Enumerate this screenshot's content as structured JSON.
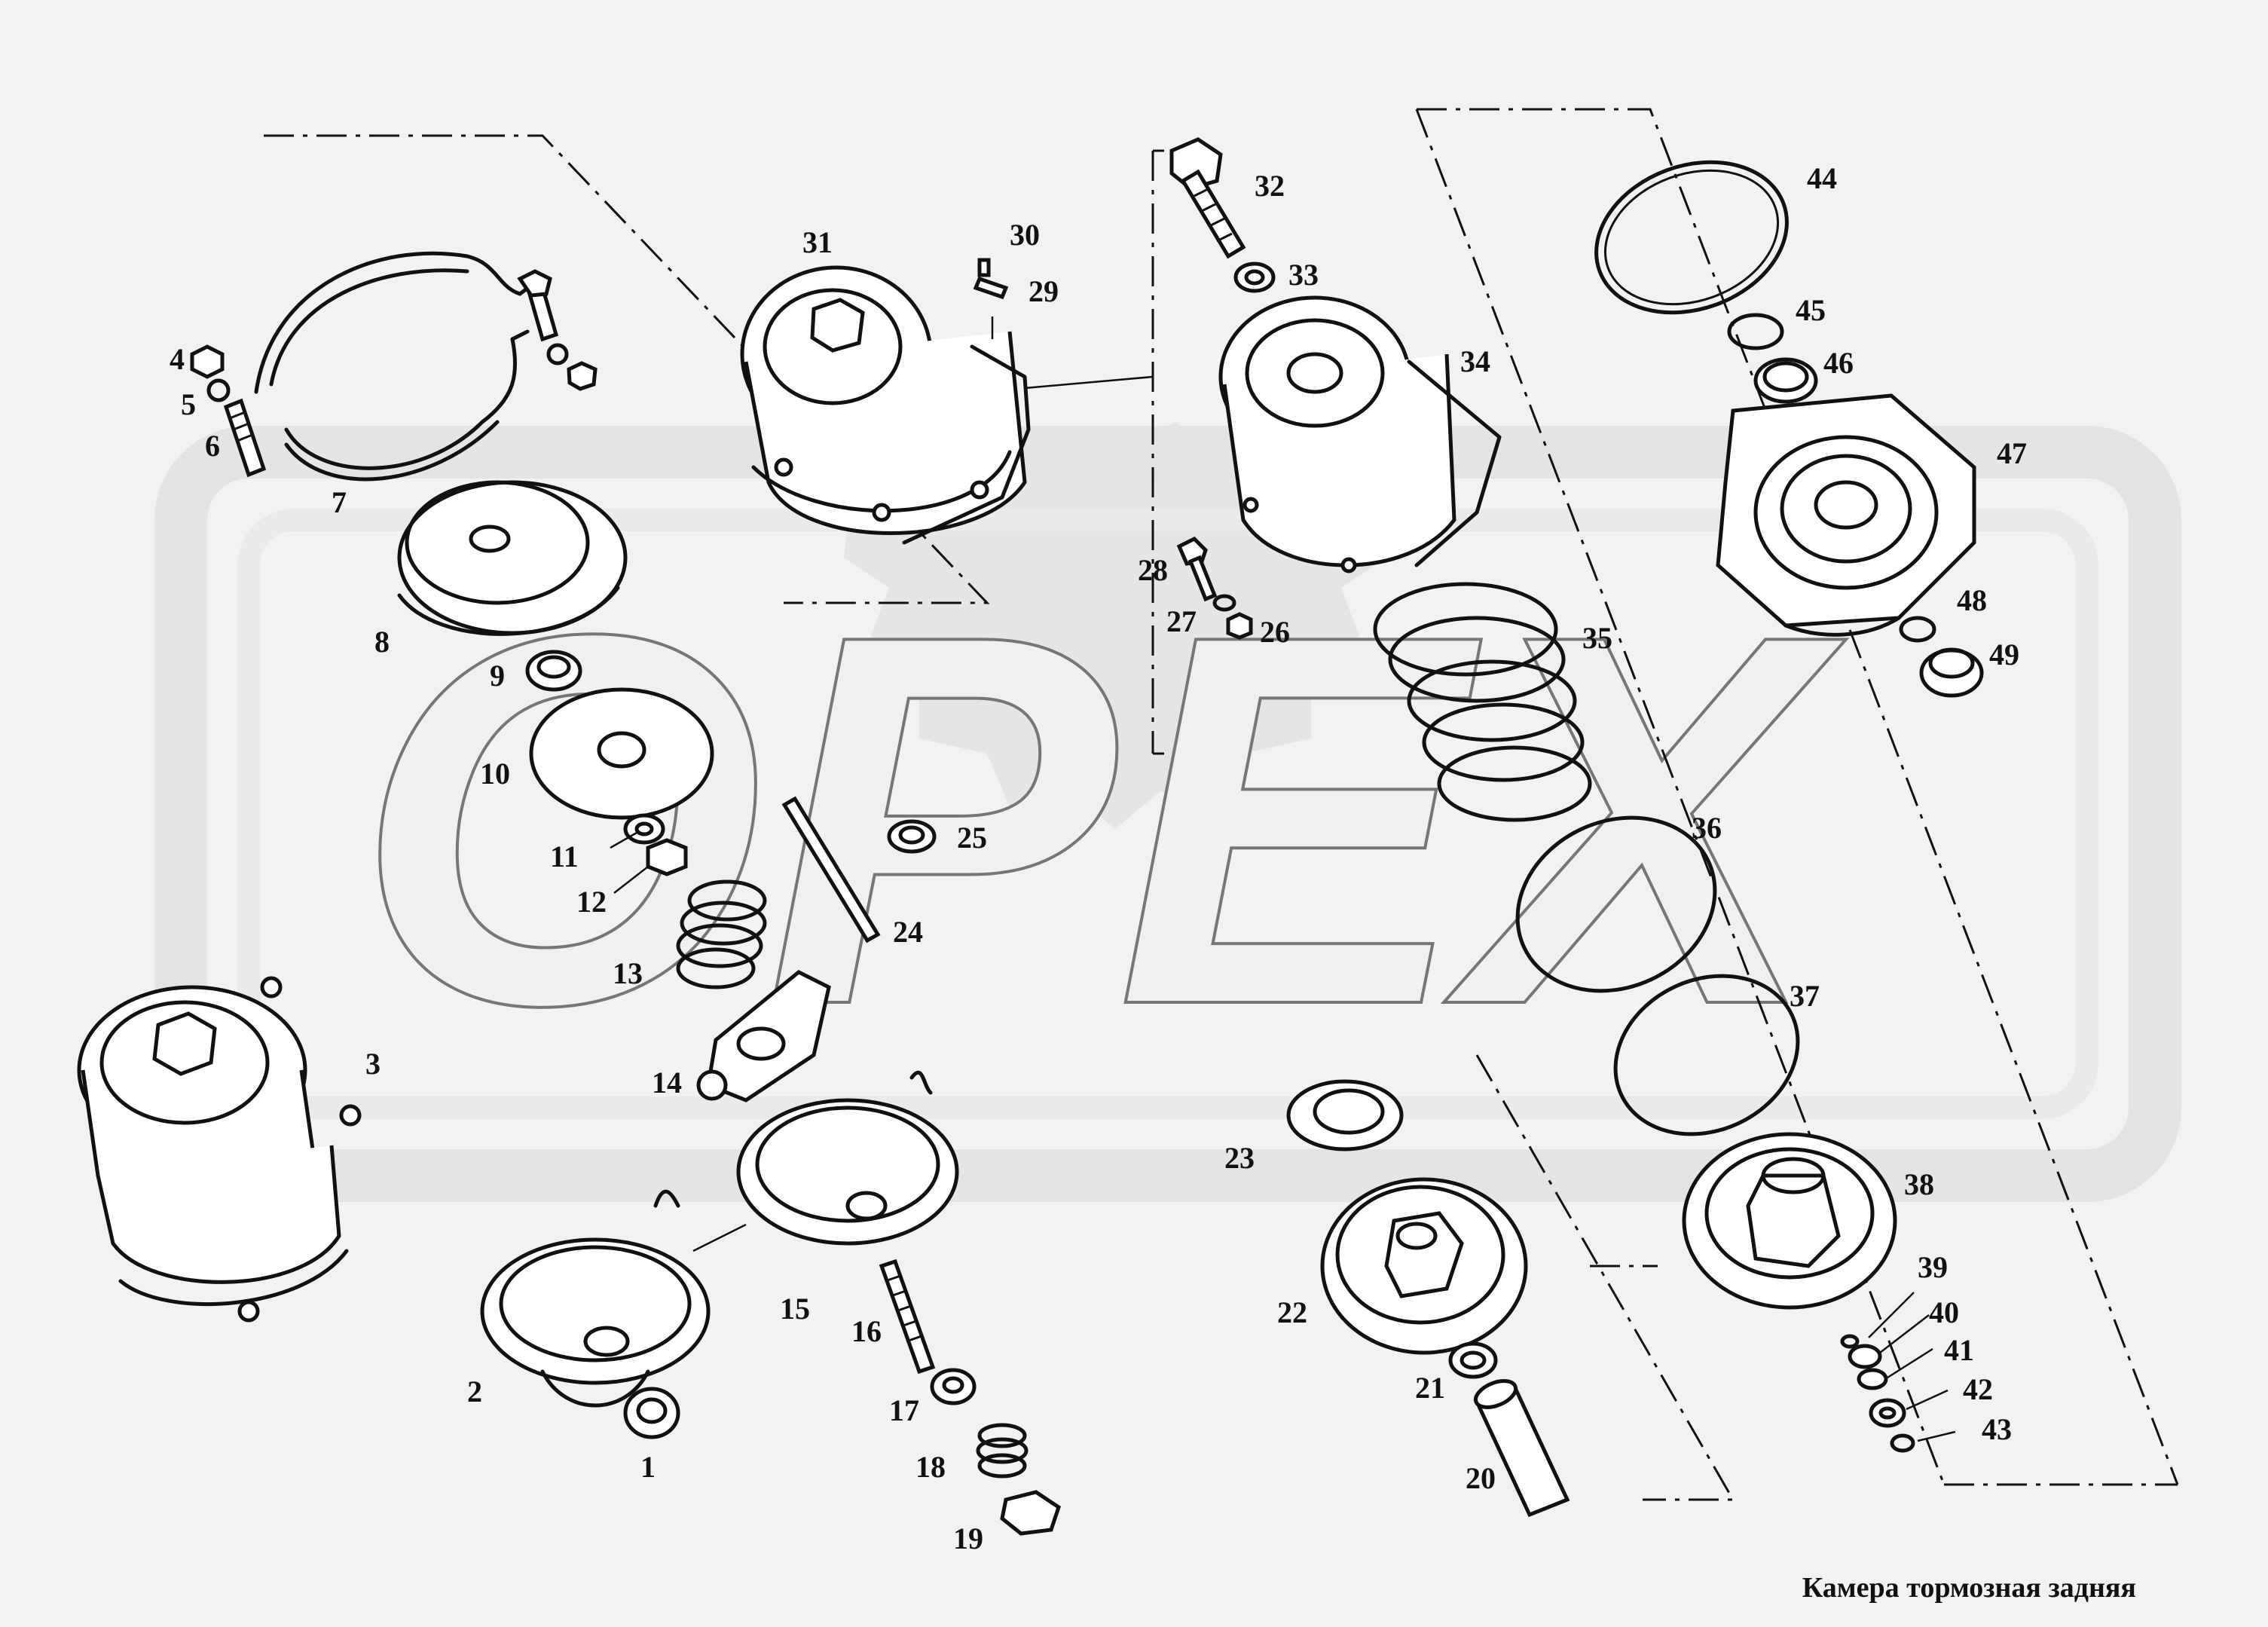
{
  "caption": "Камера тормозная задняя",
  "watermark": "OPEX",
  "part_numbers": [
    "1",
    "2",
    "3",
    "4",
    "5",
    "6",
    "7",
    "8",
    "9",
    "10",
    "11",
    "12",
    "13",
    "14",
    "15",
    "16",
    "17",
    "18",
    "19",
    "20",
    "21",
    "22",
    "23",
    "24",
    "25",
    "26",
    "27",
    "28",
    "29",
    "30",
    "31",
    "32",
    "33",
    "34",
    "35",
    "36",
    "37",
    "38",
    "39",
    "40",
    "41",
    "42",
    "43",
    "44",
    "45",
    "46",
    "47",
    "48",
    "49"
  ]
}
